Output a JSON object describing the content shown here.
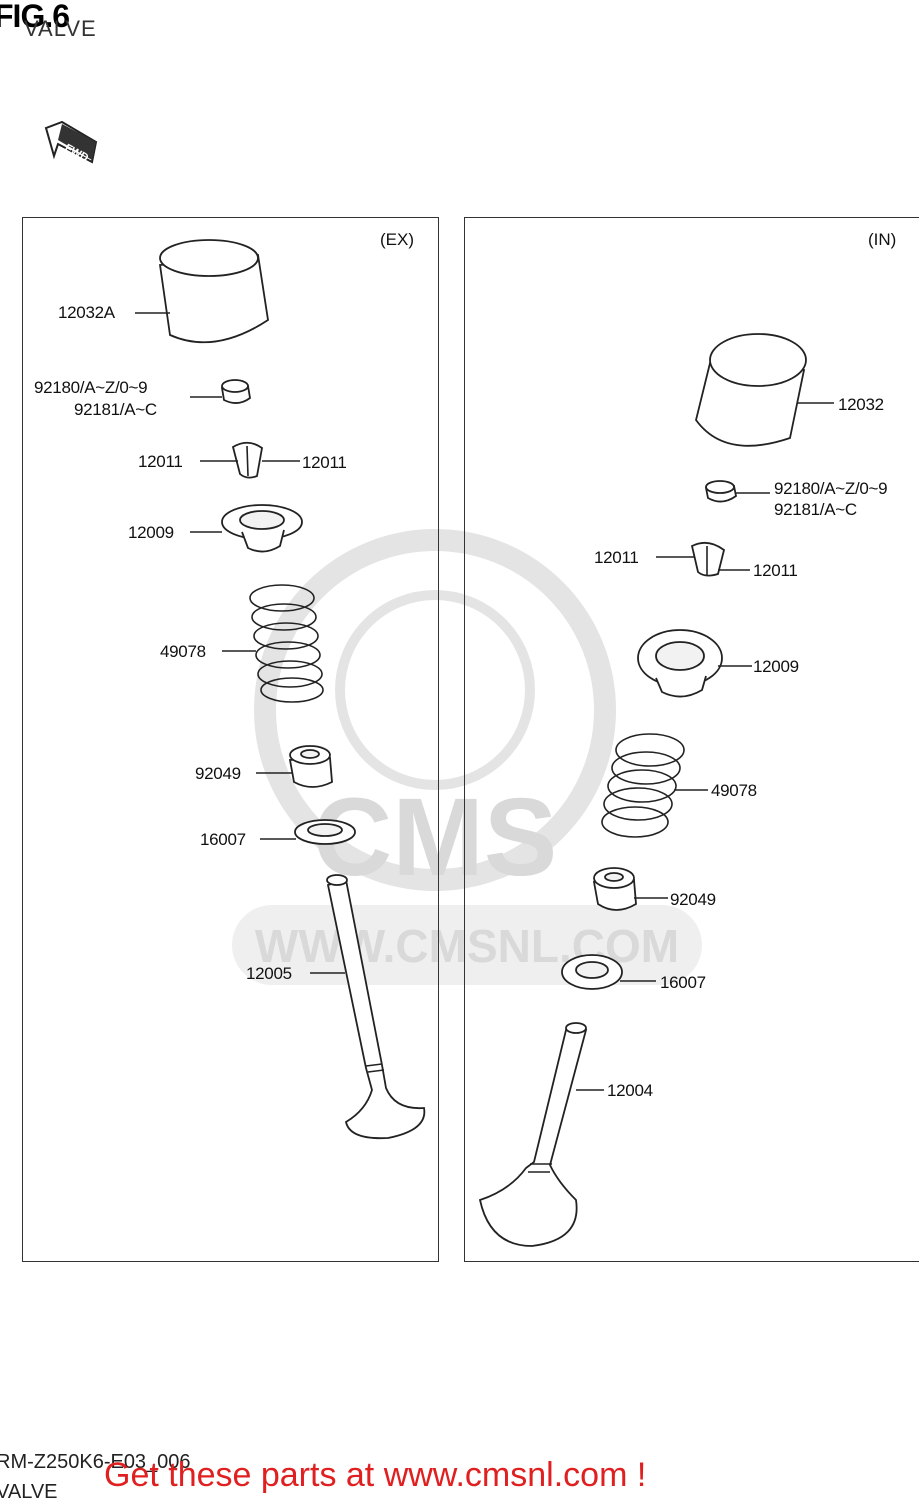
{
  "figure": {
    "title": "FIG.6",
    "subtitle": "VALVE"
  },
  "forward_marker": {
    "text": "FWD",
    "icon": "forward-arrow-icon"
  },
  "watermark": {
    "text": "CMS",
    "url": "WWW.CMSNL.COM"
  },
  "panels": {
    "exhaust": {
      "label": "(EX)",
      "parts": {
        "tappet": "12032A",
        "shim_1": "92180/A~Z/0~9",
        "shim_2": "92181/A~C",
        "cotter_left": "12011",
        "cotter_right": "12011",
        "retainer": "12009",
        "spring": "49078",
        "stem_seal": "92049",
        "spring_seat": "16007",
        "valve": "12005"
      }
    },
    "intake": {
      "label": "(IN)",
      "parts": {
        "tappet": "12032",
        "shim_1": "92180/A~Z/0~9",
        "shim_2": "92181/A~C",
        "cotter_left": "12011",
        "cotter_right": "12011",
        "retainer": "12009",
        "spring": "49078",
        "stem_seal": "92049",
        "spring_seat": "16007",
        "valve": "12004"
      }
    }
  },
  "footer": {
    "model_code": "RM-Z250K6-E03_006",
    "section": "VALVE",
    "cta": "Get these parts at www.cmsnl.com !"
  }
}
